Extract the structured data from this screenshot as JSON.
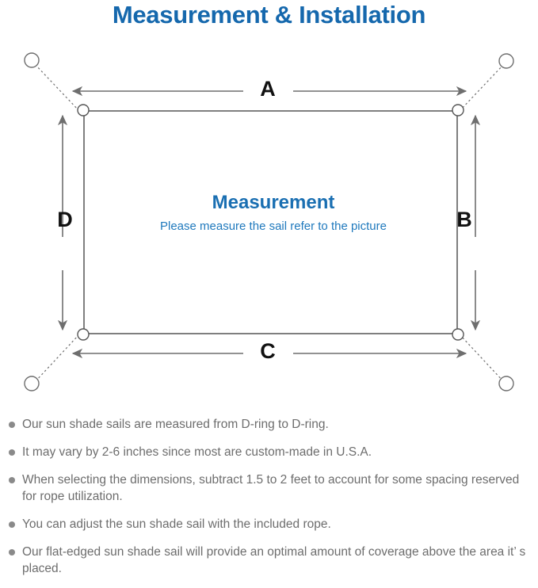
{
  "page": {
    "title": "Measurement & Installation",
    "background_color": "#ffffff",
    "title_color": "#1568AD"
  },
  "diagram": {
    "name": "sun-shade-sail-measurement-diagram",
    "center_heading": "Measurement",
    "center_subtext": "Please measure the sail refer to the picture",
    "center_heading_color": "#1A6FB2",
    "center_subtext_color": "#1F79BD",
    "line_color": "#6E6E6E",
    "sail_edge_color": "#555555",
    "dimension_labels": [
      {
        "id": "A",
        "label": "A",
        "edge": "top",
        "orientation": "horizontal"
      },
      {
        "id": "B",
        "label": "B",
        "edge": "right",
        "orientation": "vertical"
      },
      {
        "id": "C",
        "label": "C",
        "edge": "bottom",
        "orientation": "horizontal"
      },
      {
        "id": "D",
        "label": "D",
        "edge": "left",
        "orientation": "vertical"
      }
    ],
    "anchor_points": [
      {
        "position": "top-left"
      },
      {
        "position": "top-right"
      },
      {
        "position": "bottom-left"
      },
      {
        "position": "bottom-right"
      }
    ],
    "d_rings": [
      {
        "position": "top-left"
      },
      {
        "position": "top-right"
      },
      {
        "position": "bottom-left"
      },
      {
        "position": "bottom-right"
      }
    ]
  },
  "notes": {
    "bullet_color": "#8A8A8A",
    "text_color": "#6D6D6D",
    "items": [
      "Our sun shade sails are measured from D-ring to D-ring.",
      "It may vary by 2-6 inches since most are custom-made in U.S.A.",
      "When selecting the dimensions, subtract 1.5 to 2 feet to account for some spacing reserved for rope utilization.",
      "You can adjust the sun shade sail with the included rope.",
      "Our flat-edged sun shade sail will provide an optimal amount of coverage above the area it’ s placed."
    ]
  }
}
